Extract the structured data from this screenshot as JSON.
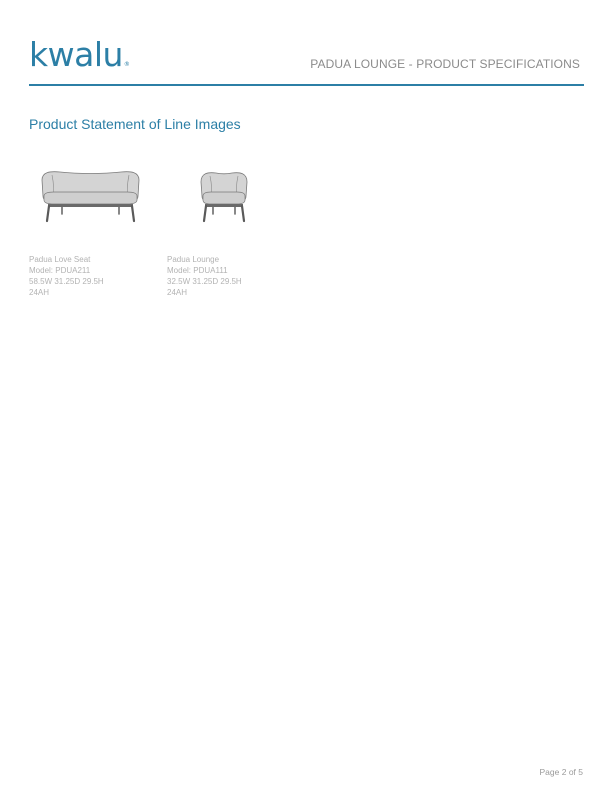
{
  "header": {
    "logo": "kwalu",
    "logo_mark": "®",
    "title": "PADUA LOUNGE - PRODUCT SPECIFICATIONS"
  },
  "section": {
    "heading": "Product Statement of Line Images"
  },
  "products": [
    {
      "name": "Padua Love Seat",
      "model": "Model: PDUA211",
      "dimensions": "58.5W 31.25D 29.5H",
      "arm_height": "24AH"
    },
    {
      "name": "Padua Lounge",
      "model": "Model: PDUA111",
      "dimensions": "32.5W 31.25D 29.5H",
      "arm_height": "24AH"
    }
  ],
  "footer": {
    "page": "Page 2 of 5"
  },
  "colors": {
    "brand": "#2c7fa6",
    "header_text": "#8b8b8b",
    "caption_text": "#b3b3b3"
  }
}
